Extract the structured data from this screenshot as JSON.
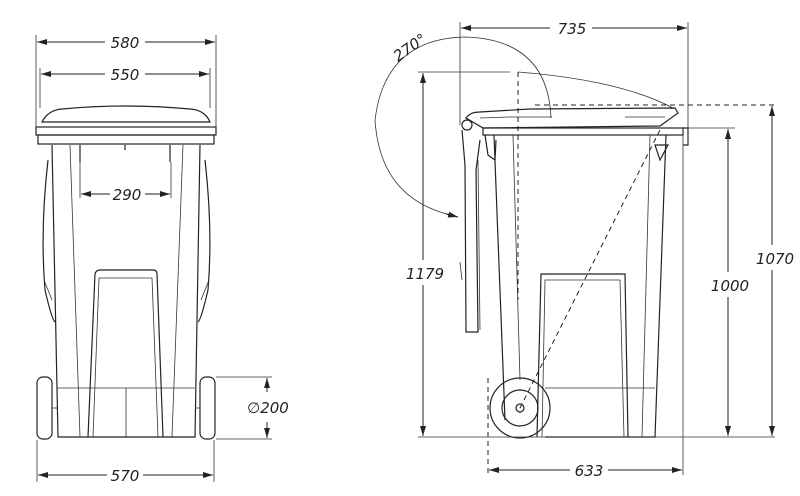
{
  "title": "Wheelie bin technical drawing",
  "front_view": {
    "dims": {
      "overall_width": "580",
      "lid_width": "550",
      "handle_spacing": "290",
      "wheel_diameter": "∅200",
      "wheel_track": "570"
    }
  },
  "side_view": {
    "dims": {
      "depth_lid_open": "735",
      "lid_angle": "270°",
      "height_lid_open": "1179",
      "rim_height": "1000",
      "total_height": "1070",
      "base_depth": "633"
    }
  },
  "colors": {
    "line": "#222222",
    "background": "#ffffff"
  }
}
